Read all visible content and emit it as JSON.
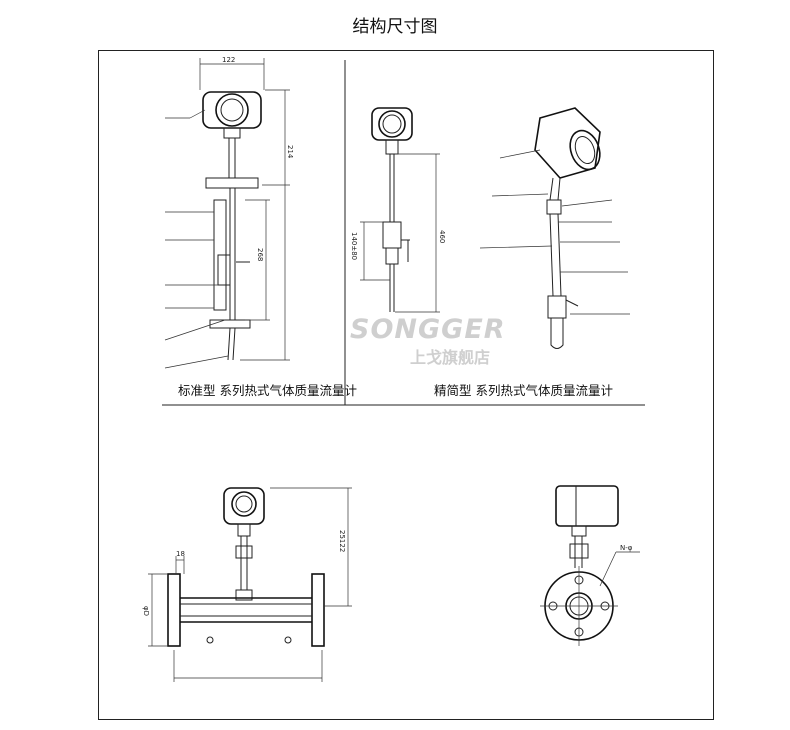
{
  "title": "结构尺寸图",
  "captions": {
    "standard": "标准型 系列热式气体质量流量计",
    "compact": "精简型 系列热式气体质量流量计"
  },
  "watermark": {
    "brand": "SONGGER",
    "shop": "上戈旗舰店"
  },
  "dimensions": {
    "top_width": "122",
    "upper_height": "214",
    "mid_height": "268",
    "compact_height": "460",
    "compact_side": "140±80",
    "pipe_flange": "18",
    "pipe_height": "25122",
    "pipe_diameter": "φD",
    "bolt_label": "N-φ"
  }
}
